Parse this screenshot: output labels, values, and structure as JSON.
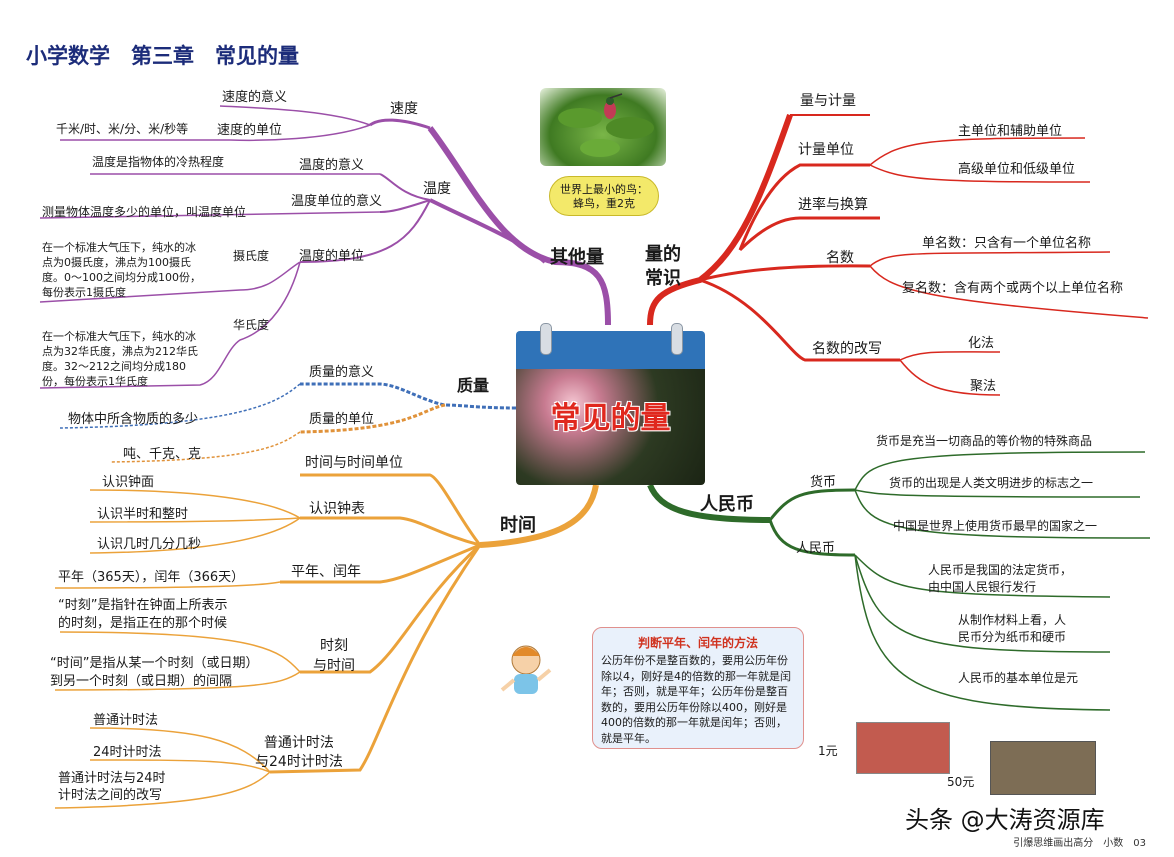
{
  "title": "小学数学　第三章　常见的量",
  "center": {
    "label": "常见的量"
  },
  "bird_bubble": "世界上最小的鸟：\n蜂鸟，重2克",
  "other": {
    "label": "其他量",
    "speed": {
      "label": "速度",
      "meaning": "速度的意义",
      "unit": "速度的单位",
      "unit_examples": "千米/时、米/分、米/秒等"
    },
    "temp": {
      "label": "温度",
      "meaning": "温度的意义",
      "meaning_desc": "温度是指物体的冷热程度",
      "unit_meaning": "温度单位的意义",
      "unit_meaning_desc": "测量物体温度多少的单位，叫温度单位",
      "units": "温度的单位",
      "celsius": "摄氏度",
      "celsius_desc": "在一个标准大气压下，纯水的冰点为0摄氏度，沸点为100摄氏度。0～100之间均分成100份，每份表示1摄氏度",
      "fahrenheit": "华氏度",
      "fahrenheit_desc": "在一个标准大气压下，纯水的冰点为32华氏度，沸点为212华氏度。32～212之间均分成180份，每份表示1华氏度"
    },
    "mass": {
      "label": "质量",
      "meaning": "质量的意义",
      "meaning_desc": "物体中所含物质的多少",
      "unit": "质量的单位",
      "unit_desc": "吨、千克、克"
    }
  },
  "common": {
    "label": "量的\n常识",
    "measure": "量与计量",
    "units": "计量单位",
    "units_main": "主单位和辅助单位",
    "units_high": "高级单位和低级单位",
    "conversion": "进率与换算",
    "named": "名数",
    "named_single": "单名数：只含有一个单位名称",
    "named_compound": "复名数：含有两个或两个以上单位名称",
    "rewrite": "名数的改写",
    "rewrite_hua": "化法",
    "rewrite_ju": "聚法"
  },
  "rmb": {
    "label": "人民币",
    "currency": "货币",
    "currency_1": "货币是充当一切商品的等价物的特殊商品",
    "currency_2": "货币的出现是人类文明进步的标志之一",
    "currency_3": "中国是世界上使用货币最早的国家之一",
    "rmb": "人民币",
    "rmb_1": "人民币是我国的法定货币，\n由中国人民银行发行",
    "rmb_2": "从制作材料上看，人\n民币分为纸币和硬币",
    "rmb_3": "人民币的基本单位是元",
    "note_1": "1元",
    "note_50": "50元"
  },
  "time": {
    "label": "时间",
    "unit": "时间与时间单位",
    "clock": "认识钟表",
    "clock_1": "认识钟面",
    "clock_2": "认识半时和整时",
    "clock_3": "认识几时几分几秒",
    "year": "平年、闰年",
    "year_desc": "平年（365天），闰年（366天）",
    "moment": "时刻\n与时间",
    "moment_desc": "“时刻”是指针在钟面上所表示\n的时刻，是指正在的那个时候",
    "duration_desc": "“时间”是指从某一个时刻（或日期）\n到另一个时刻（或日期）的间隔",
    "system": "普通计时法\n与24时计时法",
    "system_1": "普通计时法",
    "system_2": "24时计时法",
    "system_3": "普通计时法与24时\n计时法之间的改写"
  },
  "leap": {
    "title": "判断平年、闰年的方法",
    "text": "公历年份不是整百数的，要用公历年份除以4，刚好是4的倍数的那一年就是闰年；否则，就是平年；公历年份是整百数的，要用公历年份除以400，刚好是400的倍数的那一年就是闰年；否则，就是平年。"
  },
  "watermark": "头条 @大涛资源库",
  "footer": "引爆思维画出高分　小数　03",
  "colors": {
    "purple": "#9b4fa8",
    "red": "#d8281e",
    "green": "#2e6b2a",
    "orange": "#eba23a",
    "blue": "#1c2c7a"
  }
}
